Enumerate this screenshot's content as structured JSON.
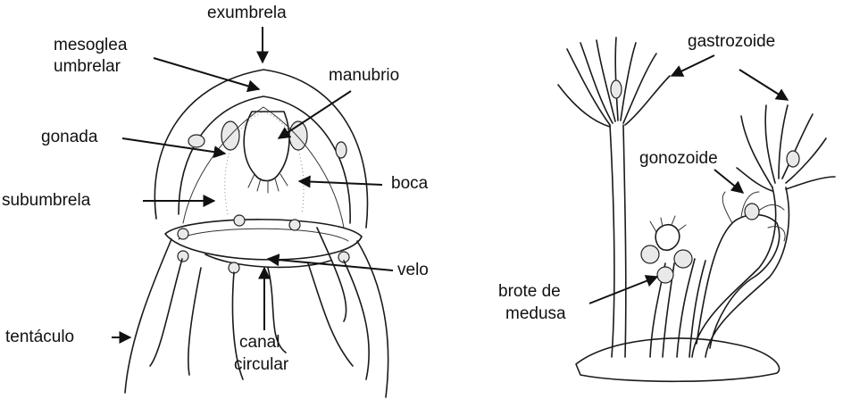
{
  "labels": {
    "exumbrela": "exumbrela",
    "mesoglea_1": "mesoglea",
    "mesoglea_2": "umbrelar",
    "manubrio": "manubrio",
    "gonada": "gonada",
    "subumbrela": "subumbrela",
    "boca": "boca",
    "velo": "velo",
    "tentaculo": "tentáculo",
    "canal_1": "canal",
    "canal_2": "circular",
    "gastrozoide": "gastrozoide",
    "gonozoide": "gonozoide",
    "brote_1": "brote de",
    "brote_2": "medusa"
  },
  "colors": {
    "ink": "#1a1a1a",
    "background": "#ffffff"
  }
}
